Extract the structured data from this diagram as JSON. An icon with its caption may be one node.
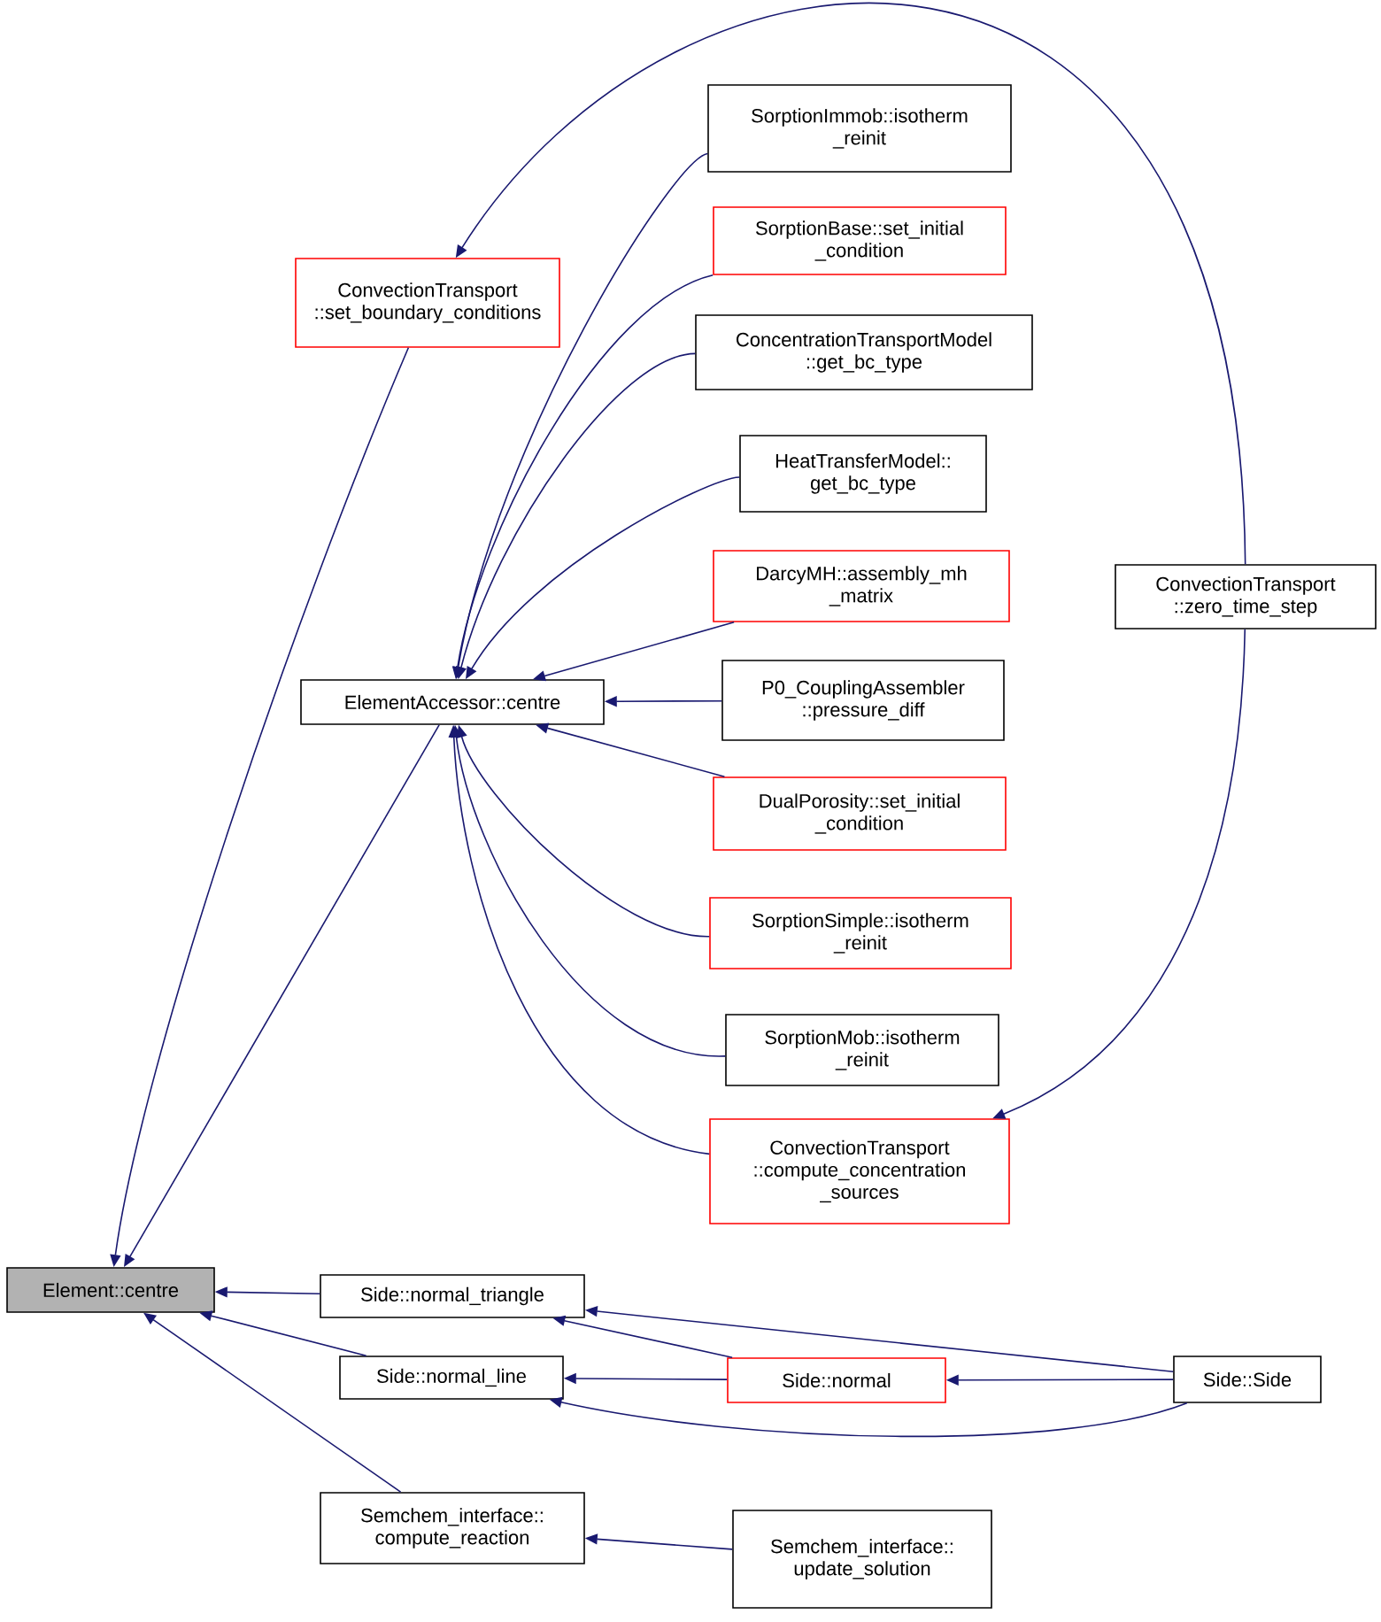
{
  "diagram": {
    "nodes": [
      {
        "text": [
          "Element::centre"
        ]
      },
      {
        "text": [
          "ConvectionTransport ::set_boundary_conditions"
        ]
      },
      {
        "text": [
          "ElementAccessor::centre"
        ]
      },
      {
        "text": [
          "Side::normal_triangle"
        ]
      },
      {
        "text": [
          "Side::normal_line"
        ]
      },
      {
        "text": [
          "Semchem_interface:: compute_reaction"
        ]
      },
      {
        "text": [
          "SorptionImmob::isotherm _reinit"
        ]
      },
      {
        "text": [
          "SorptionBase::set_initial _condition"
        ]
      },
      {
        "text": [
          "ConcentrationTransportModel ::get_bc_type"
        ]
      },
      {
        "text": [
          "HeatTransferModel:: get_bc_type"
        ]
      },
      {
        "text": [
          "DarcyMH::assembly_mh _matrix"
        ]
      },
      {
        "text": [
          "P0_CouplingAssembler ::pressure_diff"
        ]
      },
      {
        "text": [
          "DualPorosity::set_initial _condition"
        ]
      },
      {
        "text": [
          "SorptionSimple::isotherm _reinit"
        ]
      },
      {
        "text": [
          "SorptionMob::isotherm _reinit"
        ]
      },
      {
        "text": [
          "ConvectionTransport ::compute_concentration _sources"
        ]
      },
      {
        "text": [
          "Side::normal"
        ]
      },
      {
        "text": [
          "Semchem_interface:: update_solution"
        ]
      },
      {
        "text": [
          "ConvectionTransport ::zero_time_step"
        ]
      },
      {
        "text": [
          "Side::Side"
        ]
      }
    ],
    "edges": [
      {
        "from": 1,
        "to": 0,
        "arrow": "to"
      },
      {
        "from": 2,
        "to": 0,
        "arrow": "to"
      },
      {
        "from": 3,
        "to": 0,
        "arrow": "to"
      },
      {
        "from": 4,
        "to": 0,
        "arrow": "to"
      },
      {
        "from": 5,
        "to": 0,
        "arrow": "to"
      },
      {
        "from": 18,
        "to": 1,
        "arrow": "to"
      },
      {
        "from": 6,
        "to": 2,
        "arrow": "to"
      },
      {
        "from": 7,
        "to": 2,
        "arrow": "to"
      },
      {
        "from": 8,
        "to": 2,
        "arrow": "to"
      },
      {
        "from": 9,
        "to": 2,
        "arrow": "to"
      },
      {
        "from": 10,
        "to": 2,
        "arrow": "to"
      },
      {
        "from": 11,
        "to": 2,
        "arrow": "to"
      },
      {
        "from": 12,
        "to": 2,
        "arrow": "to"
      },
      {
        "from": 13,
        "to": 2,
        "arrow": "to"
      },
      {
        "from": 14,
        "to": 2,
        "arrow": "to"
      },
      {
        "from": 15,
        "to": 2,
        "arrow": "to"
      },
      {
        "from": 16,
        "to": 3,
        "arrow": "to"
      },
      {
        "from": 19,
        "to": 3,
        "arrow": "to"
      },
      {
        "from": 16,
        "to": 4,
        "arrow": "to"
      },
      {
        "from": 19,
        "to": 4,
        "arrow": "to"
      },
      {
        "from": 17,
        "to": 5,
        "arrow": "to"
      },
      {
        "from": 18,
        "to": 15,
        "arrow": "to"
      },
      {
        "from": 19,
        "to": 16,
        "arrow": "to"
      }
    ]
  }
}
